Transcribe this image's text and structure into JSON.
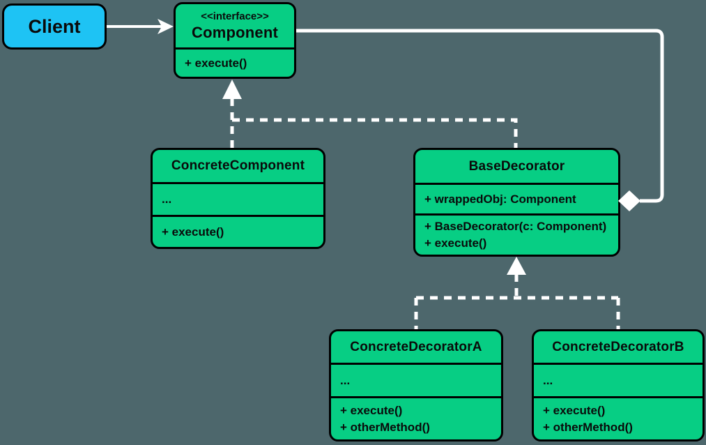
{
  "diagram": {
    "kind": "uml-class-diagram",
    "pattern": "Decorator",
    "background_color": "#4d676c",
    "class_fill_color": "#07ce84",
    "client_fill_color": "#1ec3f4",
    "border_color": "#000000",
    "connector_color": "#ffffff"
  },
  "classes": {
    "client": {
      "name": "Client"
    },
    "component": {
      "stereotype": "<<interface>>",
      "name": "Component",
      "methods": [
        "+ execute()"
      ]
    },
    "concrete_component": {
      "name": "ConcreteComponent",
      "attributes": [
        "..."
      ],
      "methods": [
        "+ execute()"
      ]
    },
    "base_decorator": {
      "name": "BaseDecorator",
      "attributes": [
        "+ wrappedObj: Component"
      ],
      "methods": [
        "+ BaseDecorator(c: Component)",
        "+ execute()"
      ]
    },
    "concrete_decorator_a": {
      "name": "ConcreteDecoratorA",
      "attributes": [
        "..."
      ],
      "methods": [
        "+ execute()",
        "+ otherMethod()"
      ]
    },
    "concrete_decorator_b": {
      "name": "ConcreteDecoratorB",
      "attributes": [
        "..."
      ],
      "methods": [
        "+ execute()",
        "+ otherMethod()"
      ]
    }
  },
  "relationships": [
    {
      "from": "Client",
      "to": "Component",
      "type": "association",
      "marker": "open-arrow"
    },
    {
      "from": "ConcreteComponent",
      "to": "Component",
      "type": "realization",
      "marker": "white-triangle",
      "line": "dashed"
    },
    {
      "from": "BaseDecorator",
      "to": "Component",
      "type": "realization",
      "marker": "white-triangle",
      "line": "dashed"
    },
    {
      "from": "BaseDecorator",
      "to": "Component",
      "type": "aggregation",
      "marker": "white-diamond",
      "line": "solid"
    },
    {
      "from": "ConcreteDecoratorA",
      "to": "BaseDecorator",
      "type": "inheritance",
      "marker": "white-triangle",
      "line": "dashed"
    },
    {
      "from": "ConcreteDecoratorB",
      "to": "BaseDecorator",
      "type": "inheritance",
      "marker": "white-triangle",
      "line": "dashed"
    }
  ]
}
